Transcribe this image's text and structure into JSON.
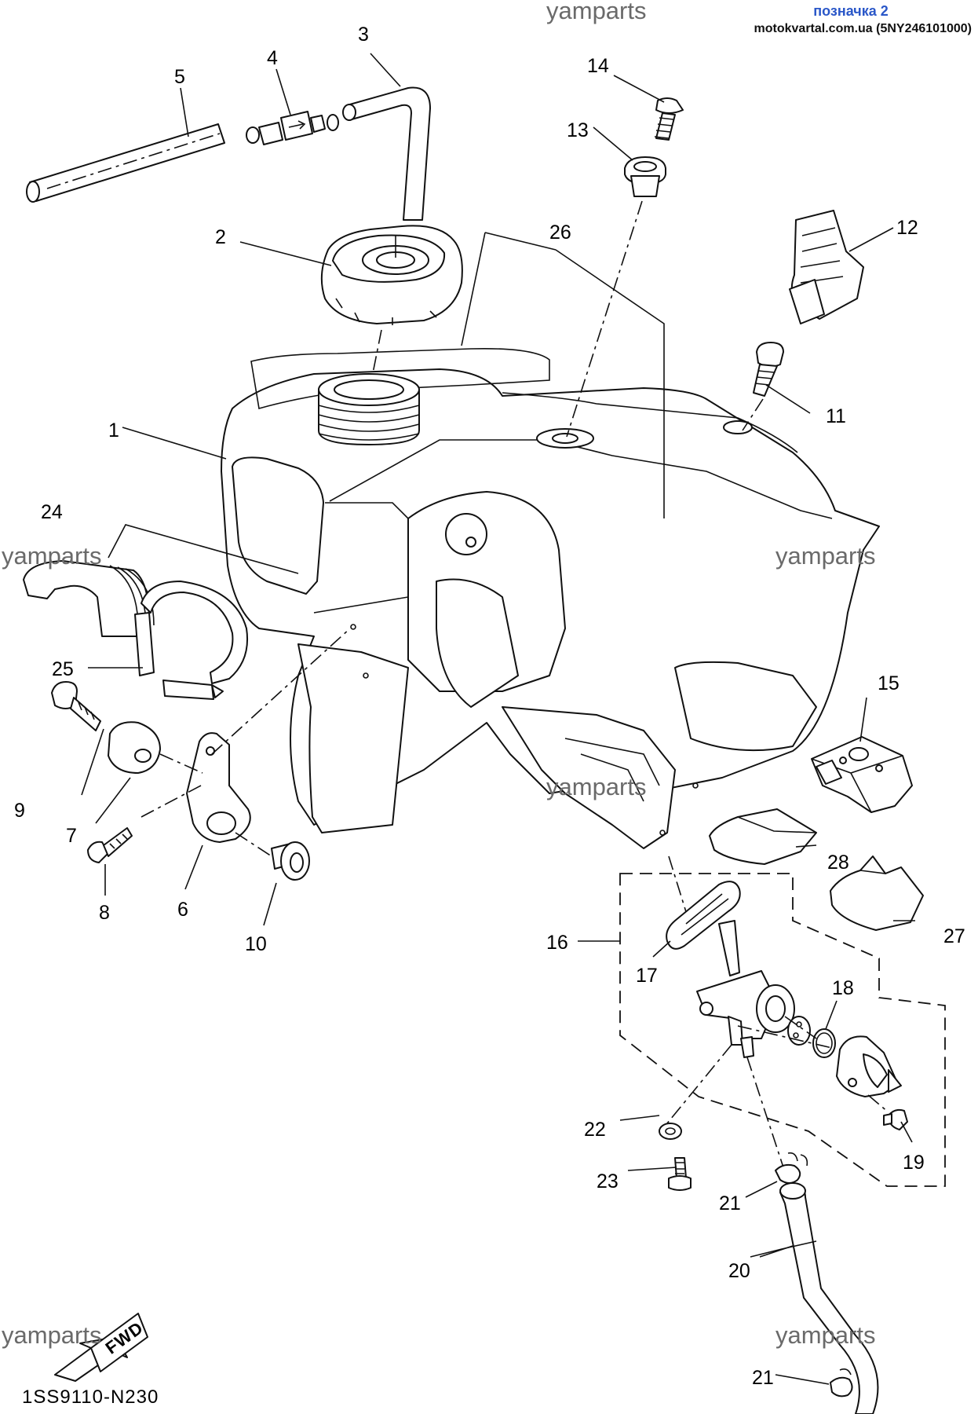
{
  "header": {
    "link_label": "позначка 2",
    "source": "motokvartal.com.ua (5NY246101000)"
  },
  "watermarks": [
    "yamparts",
    "yamparts",
    "yamparts",
    "yamparts",
    "yamparts",
    "yamparts"
  ],
  "callouts": [
    "1",
    "2",
    "3",
    "4",
    "5",
    "6",
    "7",
    "8",
    "9",
    "10",
    "11",
    "12",
    "13",
    "14",
    "15",
    "16",
    "17",
    "18",
    "19",
    "20",
    "21",
    "21",
    "22",
    "23",
    "24",
    "25",
    "26",
    "27",
    "28"
  ],
  "fwd_label": "FWD",
  "diagram_code": "1SS9110-N230"
}
